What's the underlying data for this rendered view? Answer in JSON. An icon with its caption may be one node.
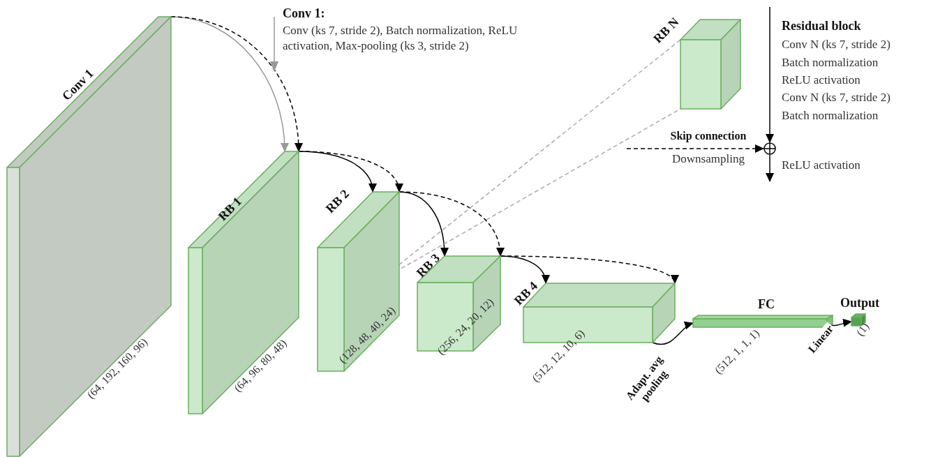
{
  "diagram": {
    "nodes": [
      {
        "text": [
          "Conv 1",
          "(64, 192, 160, 96)"
        ]
      },
      {
        "text": [
          "RB 1",
          "(64, 96, 80, 48)"
        ]
      },
      {
        "text": [
          "RB 2",
          "(128, 48, 40, 24)"
        ]
      },
      {
        "text": [
          "RB 3",
          "(256, 24, 20, 12)"
        ]
      },
      {
        "text": [
          "RB 4",
          "(512, 12, 10, 6)"
        ]
      },
      {
        "text": [
          "FC",
          "(512, 1, 1, 1)"
        ]
      },
      {
        "text": [
          "Output",
          "(1)"
        ]
      },
      {
        "text": [
          "RB N"
        ]
      },
      {
        "text": [],
        "shape": "circle"
      }
    ],
    "edges": [
      {
        "from": 0,
        "to": 1,
        "arrow": "to",
        "color": "#999999"
      },
      {
        "from": 0,
        "to": 1,
        "arrow": "to",
        "style": "dashed"
      },
      {
        "from": 1,
        "to": 2,
        "arrow": "to"
      },
      {
        "from": 1,
        "to": 2,
        "arrow": "to",
        "style": "dashed"
      },
      {
        "from": 2,
        "to": 3,
        "arrow": "to"
      },
      {
        "from": 2,
        "to": 3,
        "arrow": "to",
        "style": "dashed"
      },
      {
        "from": 3,
        "to": 4,
        "arrow": "to"
      },
      {
        "from": 3,
        "to": 4,
        "arrow": "to",
        "style": "dashed"
      },
      {
        "from": 4,
        "to": 5,
        "arrow": "to",
        "label": "Adapt. avg pooling"
      },
      {
        "from": 5,
        "to": 6,
        "arrow": "to",
        "label": "Linear"
      },
      {
        "from": 2,
        "to": 7,
        "arrow": "none",
        "style": "dashed",
        "color": "#aaaaaa"
      },
      {
        "from": 2,
        "to": 7,
        "arrow": "none",
        "style": "dashed",
        "color": "#aaaaaa"
      },
      {
        "from": null,
        "to": 8,
        "arrow": "to"
      },
      {
        "from": 8,
        "to": null,
        "arrow": "to"
      },
      {
        "from": null,
        "to": 8,
        "arrow": "to",
        "style": "dashed",
        "label": "Skip connection"
      }
    ],
    "labels": [
      "Conv 1:",
      "Conv (ks 7, stride 2), Batch normalization, ReLU activation, Max-pooling (ks 3, stride 2)",
      "Residual block",
      "Conv N (ks 7, stride 2)",
      "Batch normalization",
      "ReLU activation",
      "Conv N (ks 7, stride 2)",
      "Batch normalization",
      "Downsampling",
      "ReLU activation"
    ]
  }
}
